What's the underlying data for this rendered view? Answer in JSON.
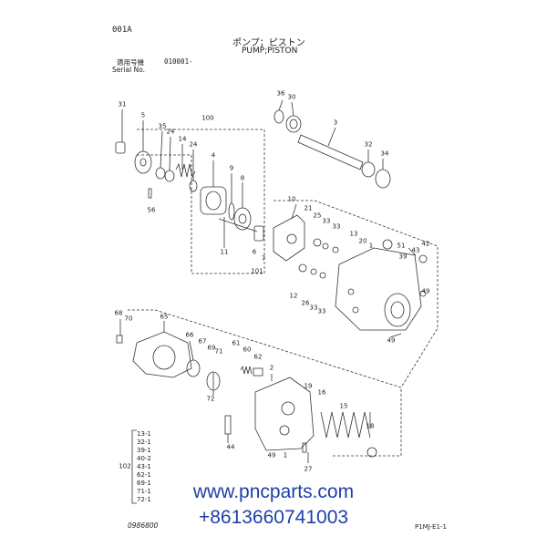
{
  "header": {
    "code": "001A",
    "title_jp": "ポンプ；ピストン",
    "title_en": "PUMP;PISTON",
    "serial_label_jp": "適用号機",
    "serial_value": "010001-",
    "serial_label_en": "Serial No."
  },
  "callouts": {
    "c100": "100",
    "c31": "31",
    "c5": "5",
    "c35": "35",
    "c24": "24",
    "c14": "14",
    "c24b": "24",
    "c4": "4",
    "c9": "9",
    "c8": "8",
    "c56": "56",
    "c11": "11",
    "c6": "6",
    "c7": "7",
    "c101": "101",
    "c36": "36",
    "c30": "30",
    "c3": "3",
    "c32": "32",
    "c34": "34",
    "c10": "10",
    "c21": "21",
    "c25": "25",
    "c33": "33",
    "c33b": "33",
    "c13": "13",
    "c20": "20",
    "c1": "1",
    "c12": "12",
    "c26": "26",
    "c33c": "33",
    "c33d": "33",
    "c42": "42",
    "c43": "43",
    "c51": "51",
    "c39": "39",
    "c49": "49",
    "c49b": "49",
    "c49c": "49",
    "c68": "68",
    "c70": "70",
    "c65": "65",
    "c66": "66",
    "c67": "67",
    "c69": "69",
    "c71": "71",
    "c72": "72",
    "c61": "61",
    "c60": "60",
    "c62": "62",
    "c2": "2",
    "c19": "19",
    "c16": "16",
    "c15": "15",
    "c18": "18",
    "c44": "44",
    "c27": "27",
    "c1b": "1"
  },
  "kit": {
    "number": "102",
    "items": [
      "13-1",
      "32-1",
      "39-1",
      "40-2",
      "43-1",
      "62-1",
      "69-1",
      "71-1",
      "72-1"
    ]
  },
  "watermark": {
    "line1": "www.pncparts.com",
    "line2": "+8613660741003"
  },
  "footer": {
    "drawing_no": "0986800",
    "figure_code": "P1MJ-E1-1"
  }
}
